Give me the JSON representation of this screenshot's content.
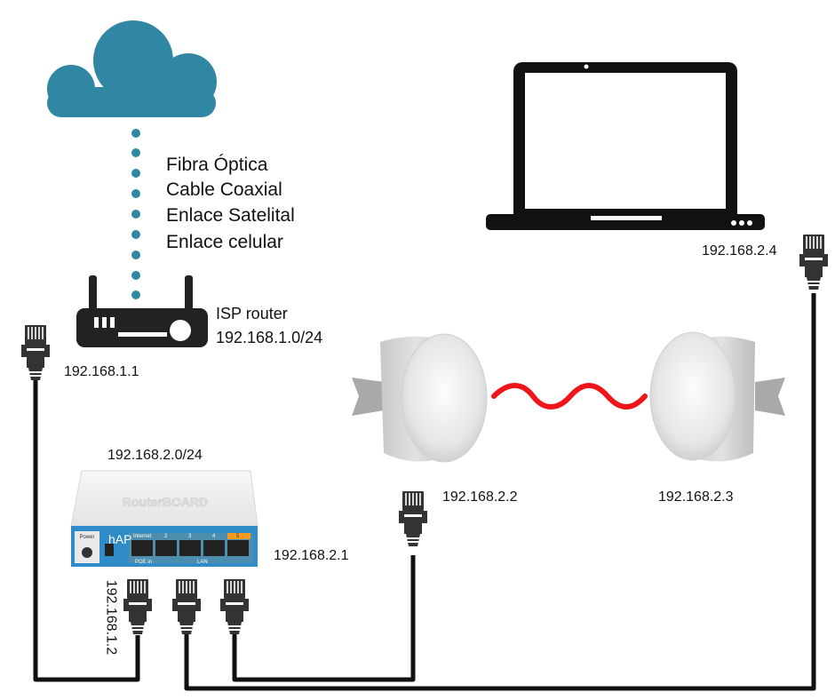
{
  "links": [
    "Fibra Óptica",
    "Cable Coaxial",
    "Enlace Satelital",
    "Enlace celular"
  ],
  "isp": {
    "name": "ISP router",
    "network": "192.168.1.0/24",
    "port_ip": "192.168.1.1"
  },
  "router": {
    "network": "192.168.2.0/24",
    "lan_ip": "192.168.2.1",
    "wan_ip": "192.168.1.2",
    "brand": "RouterBOARD",
    "model": "hAP",
    "power_label": "Power",
    "port_labels": [
      "Internet",
      "2",
      "3",
      "4",
      "5"
    ],
    "poe_label": "POE in",
    "lan_label": "LAN"
  },
  "antenna_left": {
    "ip": "192.168.2.2"
  },
  "antenna_right": {
    "ip": "192.168.2.3"
  },
  "laptop": {
    "ip": "192.168.2.4"
  },
  "colors": {
    "cloud": "#2f87a3",
    "cable": "#111111",
    "device_dark": "#222222",
    "wireless_link": "#f0151a",
    "router_blue": "#2f8cc9",
    "port_orange": "#f59a1e"
  }
}
